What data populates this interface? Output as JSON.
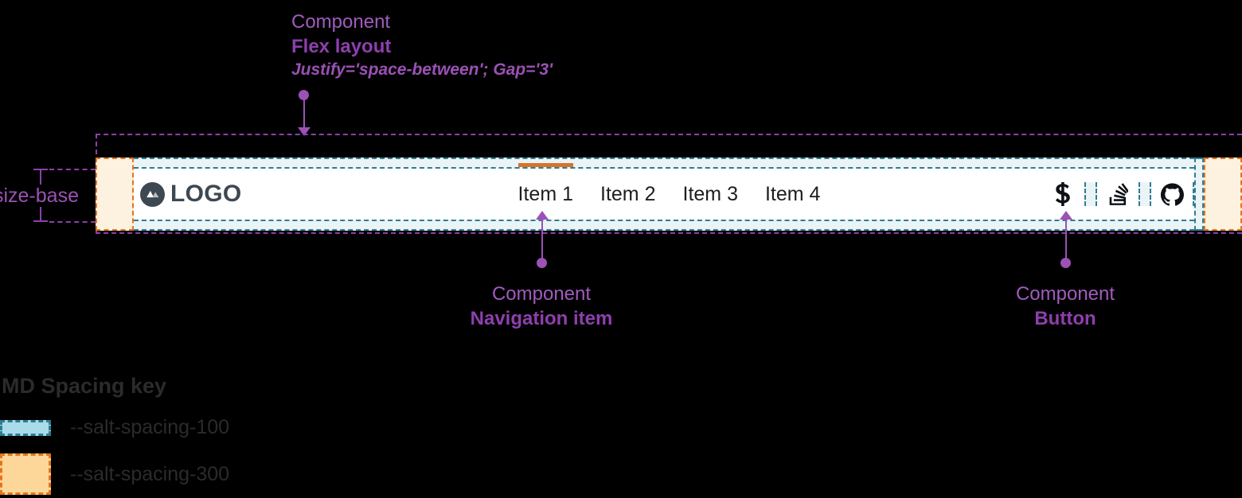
{
  "annotations": {
    "flex_layout": {
      "kind": "Component",
      "name": "Flex layout",
      "props": "Justify='space-between'; Gap='3'"
    },
    "navigation_item": {
      "kind": "Component",
      "name": "Navigation item"
    },
    "button": {
      "kind": "Component",
      "name": "Button"
    },
    "size_base": "size-base"
  },
  "navbar": {
    "logo": {
      "text": "LOGO",
      "icon": "mountain-logo-icon"
    },
    "nav_items": [
      {
        "label": "Item 1",
        "active": true
      },
      {
        "label": "Item 2",
        "active": false
      },
      {
        "label": "Item 3",
        "active": false
      },
      {
        "label": "Item 4",
        "active": false
      }
    ],
    "actions": [
      {
        "icon": "salt-s-icon",
        "name": "salt-logo-button"
      },
      {
        "icon": "stack-overflow-icon",
        "name": "stack-overflow-button"
      },
      {
        "icon": "github-icon",
        "name": "github-button"
      }
    ]
  },
  "legend": {
    "title": "MD Spacing key",
    "items": [
      {
        "label": "--salt-spacing-100",
        "swatch": "spacing-100"
      },
      {
        "label": "--salt-spacing-300",
        "swatch": "spacing-300"
      }
    ]
  },
  "colors": {
    "annotation_purple": "#9B51B5",
    "annotation_purple_bold": "#8E3FAD",
    "spacing_100_fill": "#a8dce8",
    "spacing_100_border": "#2F7D91",
    "spacing_300_fill": "#fdd79a",
    "spacing_300_border": "#E8731A",
    "active_underline": "#D9732B",
    "logo_dark": "#3D4852",
    "background": "#000000",
    "surface": "#ffffff"
  }
}
